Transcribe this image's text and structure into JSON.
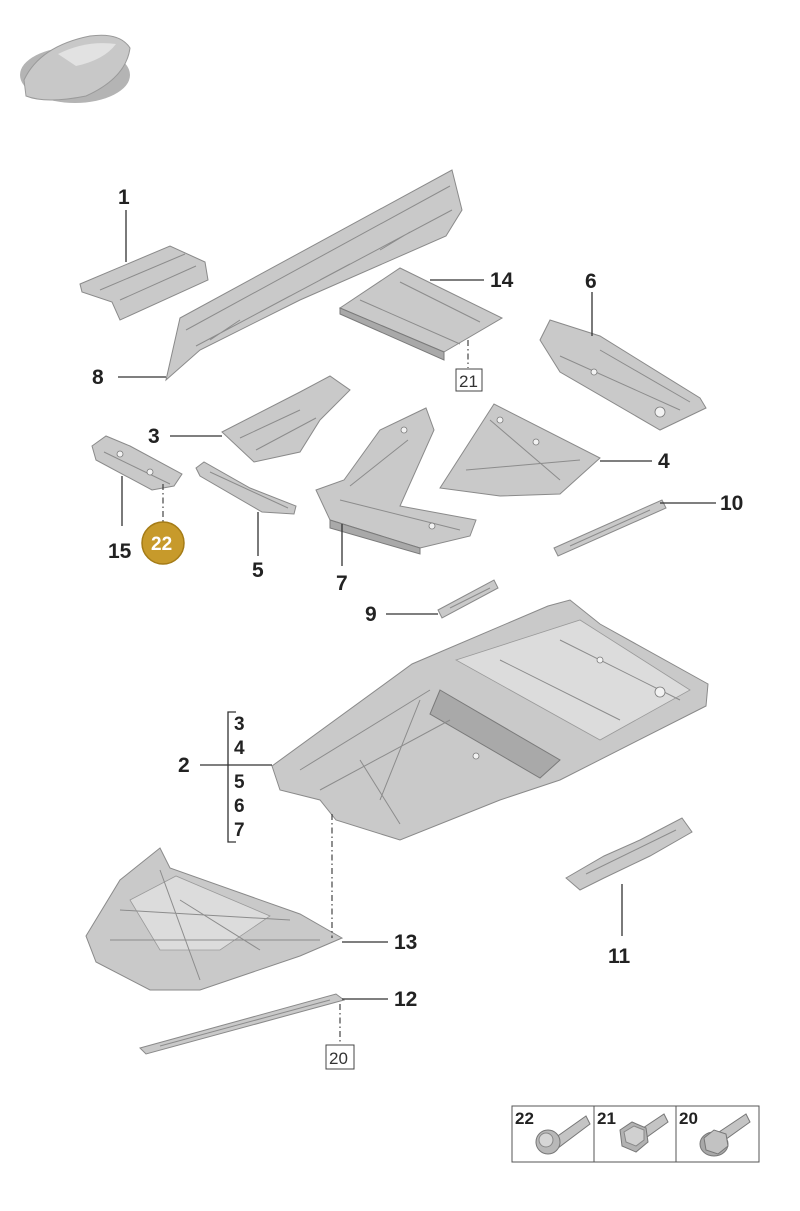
{
  "callouts": {
    "c1": "1",
    "c2": "2",
    "c3": "3",
    "c4": "4",
    "c5": "5",
    "c6": "6",
    "c7": "7",
    "c8": "8",
    "c9": "9",
    "c10": "10",
    "c11": "11",
    "c12": "12",
    "c13": "13",
    "c14": "14",
    "c15": "15",
    "bracket": [
      "3",
      "4",
      "5",
      "6",
      "7"
    ]
  },
  "references": {
    "ref21": "21",
    "ref20": "20",
    "highlight": "22"
  },
  "legend": {
    "items": [
      {
        "number": "22",
        "icon": "flanged-bolt-icon"
      },
      {
        "number": "21",
        "icon": "hex-bolt-icon"
      },
      {
        "number": "20",
        "icon": "hex-flange-bolt-icon"
      }
    ]
  },
  "colors": {
    "highlight": "#c79a2b",
    "part_fill": "#c9c9c9"
  }
}
